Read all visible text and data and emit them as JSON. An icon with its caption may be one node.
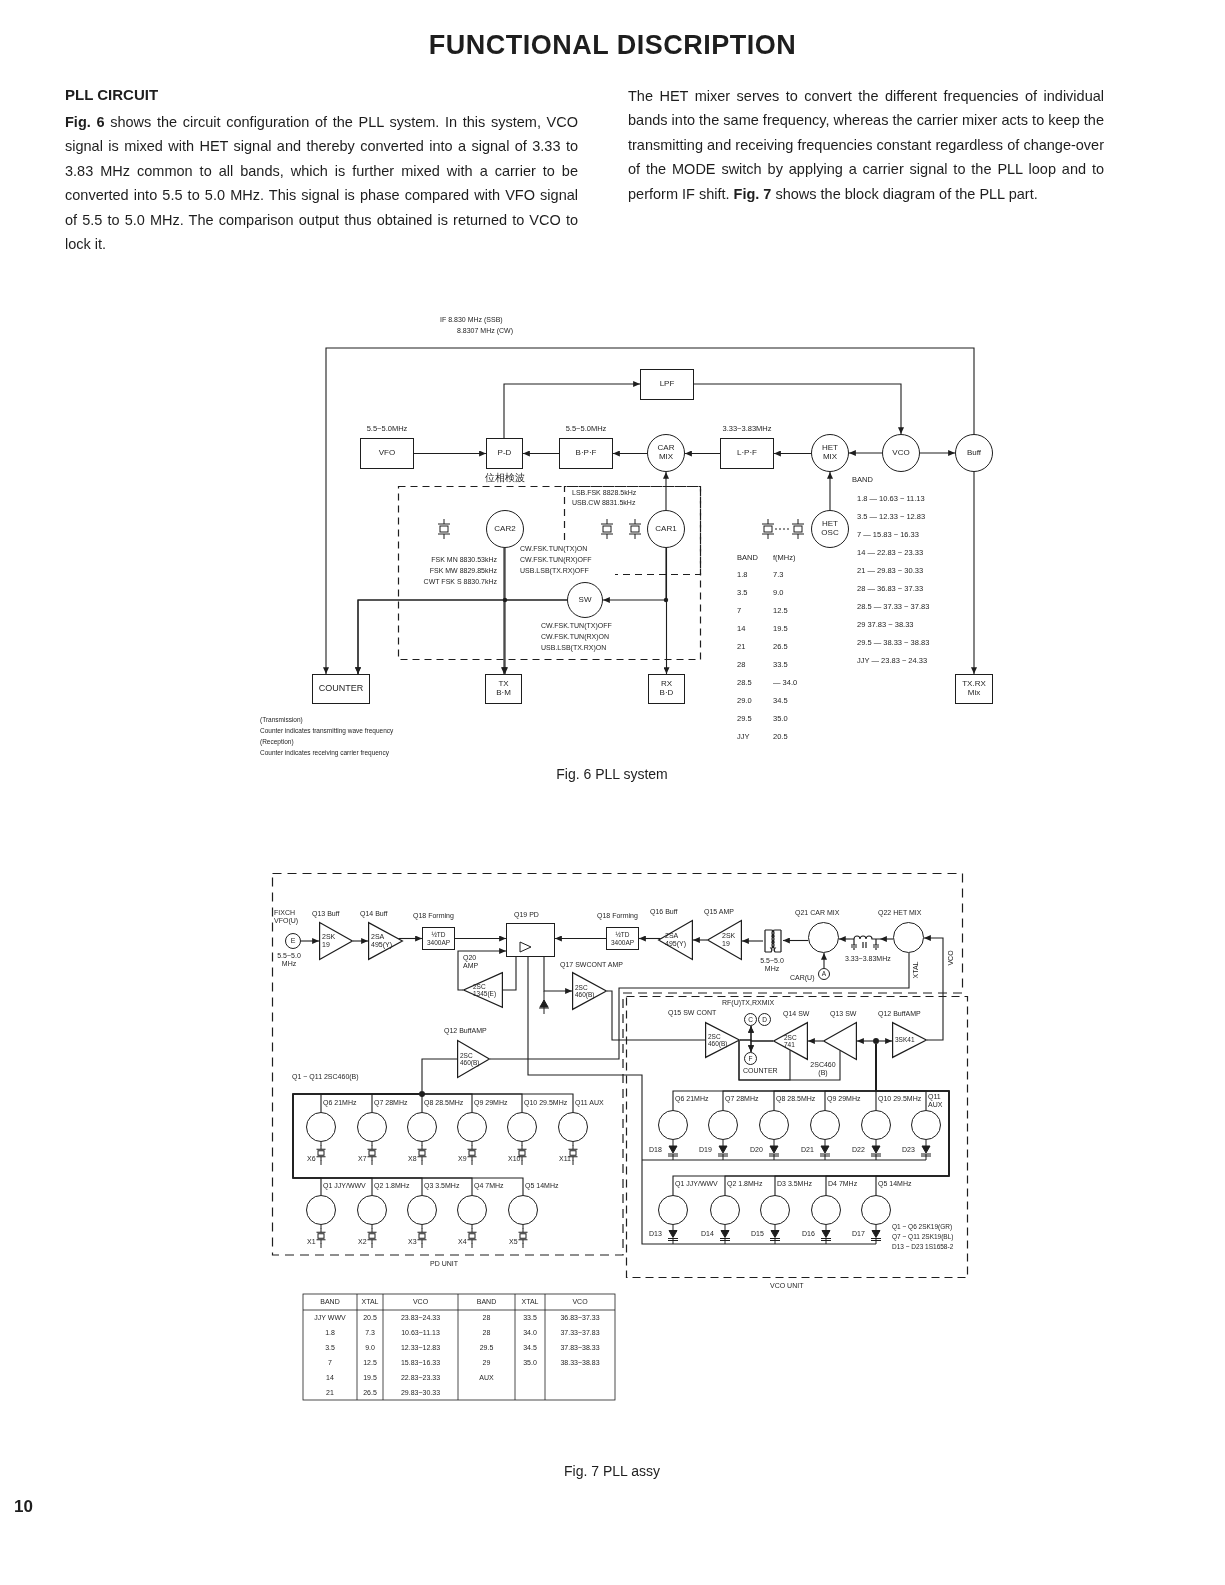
{
  "diagram": {
    "title": "FUNCTIONAL DISCRIPTION",
    "nodes": [
      {
        "text": [
          "VFO"
        ],
        "beside": [
          "5.5~5.0MHz"
        ]
      },
      {
        "text": [
          "P-D"
        ],
        "beside": [
          "位相検波"
        ]
      },
      {
        "text": [
          "B·P·F"
        ],
        "beside": [
          "5.5~5.0MHz"
        ]
      },
      {
        "text": [
          "CAR MIX"
        ]
      },
      {
        "text": [
          "L·P·F"
        ],
        "beside": [
          "3.33~3.83MHz"
        ]
      },
      {
        "text": [
          "HET MIX"
        ]
      },
      {
        "text": [
          "VCO"
        ]
      },
      {
        "text": [
          "Buff"
        ]
      },
      {
        "text": [
          "LPF"
        ]
      },
      {
        "text": [],
        "shape": "box"
      },
      {
        "text": [
          "LSB.FSK 8828.5kHz",
          "USB.CW 8831.5kHz"
        ],
        "in": 9
      },
      {
        "text": [
          "CAR2"
        ],
        "in": 9
      },
      {
        "text": [
          "CAR1"
        ],
        "in": 10
      },
      {
        "text": [
          "SW"
        ],
        "in": 9,
        "beside": [
          "CW.FSK.TUN(TX)OFF",
          "CW.FSK.TUN(RX)ON",
          "USB.LSB(TX.RX)ON"
        ]
      },
      {
        "text": [
          "HET OSC"
        ]
      },
      {
        "text": [
          "COUNTER"
        ]
      },
      {
        "text": [
          "TX B·M"
        ]
      },
      {
        "text": [
          "RX B·D"
        ]
      },
      {
        "text": [
          "TX.RX Mix"
        ]
      },
      {
        "text": [
          "PD UNIT"
        ]
      },
      {
        "text": [
          "E"
        ],
        "in": 19,
        "beside": [
          "FIXCH VFO(U)",
          "5.5~5.0 MHz"
        ]
      },
      {
        "text": [
          "2SK 19"
        ],
        "in": 19,
        "beside": [
          "Q13 Buff"
        ]
      },
      {
        "text": [
          "2SA 495(Y)"
        ],
        "in": 19,
        "beside": [
          "Q14 Buff"
        ]
      },
      {
        "text": [
          "½TD 3400AP"
        ],
        "in": 19,
        "beside": [
          "Q18 Forming"
        ]
      },
      {
        "text": [],
        "shape": "box",
        "in": 19,
        "beside": [
          "Q19 PD"
        ]
      },
      {
        "text": [
          "½TD 3400AP"
        ],
        "in": 19,
        "beside": [
          "Q18 Forming"
        ]
      },
      {
        "text": [
          "2SA 495(Y)"
        ],
        "in": 19,
        "beside": [
          "Q16 Buff"
        ]
      },
      {
        "text": [
          "2SK 19"
        ],
        "in": 19,
        "beside": [
          "Q15 AMP"
        ]
      },
      {
        "text": [],
        "shape": "coil",
        "in": 19,
        "beside": [
          "5.5~5.0 MHz"
        ]
      },
      {
        "text": [],
        "shape": "circle",
        "in": 19,
        "beside": [
          "Q21 CAR MIX"
        ]
      },
      {
        "text": [
          "A"
        ],
        "in": 19,
        "beside": [
          "CAR(U)"
        ]
      },
      {
        "text": [],
        "shape": "coil",
        "in": 19,
        "beside": [
          "3.33~3.83MHz"
        ]
      },
      {
        "text": [],
        "shape": "circle",
        "in": 19,
        "beside": [
          "Q22 HET MIX"
        ]
      },
      {
        "text": [
          "2SC 1345(E)"
        ],
        "in": 19,
        "beside": [
          "Q20 AMP"
        ]
      },
      {
        "text": [
          "2SC 460(B)"
        ],
        "in": 19,
        "beside": [
          "Q17 SWCONT AMP"
        ]
      },
      {
        "text": [
          "2SC 460(B)"
        ],
        "in": 19,
        "beside": [
          "Q12 BuffAMP"
        ]
      },
      {
        "text": [],
        "shape": "dot",
        "in": 19
      },
      {
        "text": [],
        "shape": "circle",
        "in": 19,
        "beside": [
          "Q6 21MHz",
          "X6"
        ]
      },
      {
        "text": [],
        "shape": "circle",
        "in": 19,
        "beside": [
          "Q7 28MHz",
          "X7"
        ]
      },
      {
        "text": [],
        "shape": "circle",
        "in": 19,
        "beside": [
          "Q8 28.5MHz",
          "X8"
        ]
      },
      {
        "text": [],
        "shape": "circle",
        "in": 19,
        "beside": [
          "Q9 29MHz",
          "X9"
        ]
      },
      {
        "text": [],
        "shape": "circle",
        "in": 19,
        "beside": [
          "Q10 29.5MHz",
          "X10"
        ]
      },
      {
        "text": [],
        "shape": "circle",
        "in": 19,
        "beside": [
          "Q11 AUX",
          "X11"
        ]
      },
      {
        "text": [],
        "shape": "circle",
        "in": 19,
        "beside": [
          "Q1 JJY/WWV",
          "X1"
        ]
      },
      {
        "text": [],
        "shape": "circle",
        "in": 19,
        "beside": [
          "Q2 1.8MHz",
          "X2"
        ]
      },
      {
        "text": [],
        "shape": "circle",
        "in": 19,
        "beside": [
          "Q3 3.5MHz",
          "X3"
        ]
      },
      {
        "text": [],
        "shape": "circle",
        "in": 19,
        "beside": [
          "Q4 7MHz",
          "X4"
        ]
      },
      {
        "text": [],
        "shape": "circle",
        "in": 19,
        "beside": [
          "Q5 14MHz",
          "X5"
        ]
      },
      {
        "text": [
          "VCO UNIT"
        ]
      },
      {
        "text": [
          "2SC 460(B)"
        ],
        "in": 48,
        "beside": [
          "Q15 SW CONT"
        ]
      },
      {
        "text": [
          "C"
        ],
        "in": 48
      },
      {
        "text": [
          "D"
        ],
        "in": 48
      },
      {
        "text": [
          "F"
        ],
        "in": 48,
        "beside": [
          "COUNTER"
        ]
      },
      {
        "text": [
          "2SC 741"
        ],
        "in": 48,
        "beside": [
          "Q14 SW"
        ]
      },
      {
        "text": [],
        "shape": "triangle",
        "in": 48,
        "beside": [
          "Q13 SW",
          "2SC460 (B)"
        ]
      },
      {
        "text": [],
        "shape": "dot",
        "in": 48
      },
      {
        "text": [
          "3SK41"
        ],
        "in": 48,
        "beside": [
          "Q12 BuffAMP"
        ]
      },
      {
        "text": [],
        "shape": "circle",
        "in": 48,
        "beside": [
          "Q6 21MHz",
          "D18"
        ]
      },
      {
        "text": [],
        "shape": "circle",
        "in": 48,
        "beside": [
          "Q7 28MHz",
          "D19"
        ]
      },
      {
        "text": [],
        "shape": "circle",
        "in": 48,
        "beside": [
          "Q8 28.5MHz",
          "D20"
        ]
      },
      {
        "text": [],
        "shape": "circle",
        "in": 48,
        "beside": [
          "Q9 29MHz",
          "D21"
        ]
      },
      {
        "text": [],
        "shape": "circle",
        "in": 48,
        "beside": [
          "Q10 29.5MHz",
          "D22"
        ]
      },
      {
        "text": [],
        "shape": "circle",
        "in": 48,
        "beside": [
          "Q11 AUX",
          "D23"
        ]
      },
      {
        "text": [],
        "shape": "circle",
        "in": 48,
        "beside": [
          "Q1 JJY/WWV",
          "D13"
        ]
      },
      {
        "text": [],
        "shape": "circle",
        "in": 48,
        "beside": [
          "Q2 1.8MHz",
          "D14"
        ]
      },
      {
        "text": [],
        "shape": "circle",
        "in": 48,
        "beside": [
          "D3 3.5MHz",
          "D15"
        ]
      },
      {
        "text": [],
        "shape": "circle",
        "in": 48,
        "beside": [
          "D4 7MHz",
          "D16"
        ]
      },
      {
        "text": [],
        "shape": "circle",
        "in": 48,
        "beside": [
          "Q5 14MHz",
          "D17"
        ]
      }
    ],
    "edges": [
      {
        "from": 0,
        "to": 1,
        "arrow": "to"
      },
      {
        "from": 2,
        "to": 1,
        "arrow": "to"
      },
      {
        "from": 3,
        "to": 2,
        "arrow": "to"
      },
      {
        "from": 4,
        "to": 3,
        "arrow": "to"
      },
      {
        "from": 5,
        "to": 4,
        "arrow": "to"
      },
      {
        "from": 6,
        "to": 5,
        "arrow": "to"
      },
      {
        "from": 6,
        "to": 7,
        "arrow": "to"
      },
      {
        "from": 1,
        "to": 8,
        "arrow": "to"
      },
      {
        "from": 8,
        "to": 6,
        "arrow": "to"
      },
      {
        "from": 12,
        "to": 3,
        "arrow": "to"
      },
      {
        "from": 14,
        "to": 5,
        "arrow": "to"
      },
      {
        "from": 11,
        "to": 16,
        "arrow": "to"
      },
      {
        "from": 11,
        "to": 15,
        "arrow": "to"
      },
      {
        "from": 12,
        "to": 17,
        "arrow": "to"
      },
      {
        "from": 12,
        "to": 13,
        "arrow": "to"
      },
      {
        "from": 13,
        "to": 16,
        "arrow": "to"
      },
      {
        "from": 13,
        "to": 15,
        "arrow": "to"
      },
      {
        "from": 7,
        "to": 18,
        "arrow": "to"
      },
      {
        "from": 7,
        "to": 15,
        "arrow": "to"
      },
      {
        "from": 20,
        "to": 21,
        "arrow": "to"
      },
      {
        "from": 21,
        "to": 22,
        "arrow": "to"
      },
      {
        "from": 22,
        "to": 23,
        "arrow": "to"
      },
      {
        "from": 23,
        "to": 24,
        "arrow": "to"
      },
      {
        "from": 25,
        "to": 24,
        "arrow": "to"
      },
      {
        "from": 26,
        "to": 25,
        "arrow": "to"
      },
      {
        "from": 27,
        "to": 26,
        "arrow": "to"
      },
      {
        "from": 28,
        "to": 27,
        "arrow": "to"
      },
      {
        "from": 29,
        "to": 28,
        "arrow": "to"
      },
      {
        "from": 30,
        "to": 29,
        "arrow": "to"
      },
      {
        "from": 31,
        "to": 29,
        "arrow": "to"
      },
      {
        "from": 32,
        "to": 31,
        "arrow": "to"
      },
      {
        "from": 24,
        "to": 33,
        "arrow": "none"
      },
      {
        "from": 33,
        "to": 24,
        "arrow": "to"
      },
      {
        "from": 24,
        "to": 34,
        "arrow": "to"
      },
      {
        "from": 24,
        "to": 48,
        "arrow": "none"
      },
      {
        "from": 34,
        "to": 49,
        "arrow": "none"
      },
      {
        "from": 35,
        "to": 32,
        "arrow": "none",
        "label": "XTAL"
      },
      {
        "from": 56,
        "to": 32,
        "arrow": "to",
        "label": "VCO"
      },
      {
        "from": 53,
        "to": 50,
        "arrow": "to"
      },
      {
        "from": 53,
        "to": 52,
        "arrow": "to"
      },
      {
        "from": 49,
        "to": 50,
        "arrow": "to"
      },
      {
        "from": 49,
        "to": 52,
        "arrow": "to"
      },
      {
        "from": 49,
        "to": 53,
        "arrow": "none"
      },
      {
        "from": 49,
        "to": 54,
        "arrow": "none"
      },
      {
        "from": 54,
        "to": 53,
        "arrow": "to"
      },
      {
        "from": 55,
        "to": 54,
        "arrow": "to"
      },
      {
        "from": 55,
        "to": 56,
        "arrow": "to"
      },
      {
        "from": 57,
        "to": 55,
        "arrow": "none"
      },
      {
        "from": 58,
        "to": 55,
        "arrow": "none"
      },
      {
        "from": 59,
        "to": 55,
        "arrow": "none"
      },
      {
        "from": 60,
        "to": 55,
        "arrow": "none"
      },
      {
        "from": 61,
        "to": 55,
        "arrow": "none"
      },
      {
        "from": 62,
        "to": 55,
        "arrow": "none"
      },
      {
        "from": 63,
        "to": 55,
        "arrow": "none"
      },
      {
        "from": 64,
        "to": 55,
        "arrow": "none"
      },
      {
        "from": 65,
        "to": 55,
        "arrow": "none"
      },
      {
        "from": 66,
        "to": 55,
        "arrow": "none"
      },
      {
        "from": 67,
        "to": 55,
        "arrow": "none"
      },
      {
        "from": 37,
        "to": 36,
        "arrow": "none"
      },
      {
        "from": 38,
        "to": 36,
        "arrow": "none"
      },
      {
        "from": 39,
        "to": 36,
        "arrow": "none"
      },
      {
        "from": 40,
        "to": 36,
        "arrow": "none"
      },
      {
        "from": 41,
        "to": 36,
        "arrow": "none"
      },
      {
        "from": 42,
        "to": 36,
        "arrow": "none"
      },
      {
        "from": 43,
        "to": 36,
        "arrow": "none"
      },
      {
        "from": 44,
        "to": 36,
        "arrow": "none"
      },
      {
        "from": 45,
        "to": 36,
        "arrow": "none"
      },
      {
        "from": 46,
        "to": 36,
        "arrow": "none"
      },
      {
        "from": 47,
        "to": 36,
        "arrow": "none"
      },
      {
        "from": 36,
        "to": 35,
        "arrow": "none"
      }
    ],
    "labels": [
      "PLL CIRCUIT",
      "**Fig. 6** shows the circuit configuration of the PLL system. In this system, VCO signal is mixed with HET signal and thereby converted into a signal of 3.33 to 3.83 MHz common to all bands, which is further mixed with a carrier to be converted into 5.5 to 5.0 MHz. This signal is phase compared with VFO signal of 5.5 to 5.0 MHz. The comparison output thus obtained is returned to VCO to lock it.",
      "The HET mixer serves to convert the different frequencies of individual bands into the same frequency, whereas the carrier mixer acts to keep the transmitting and receiving frequencies constant regardless of change-over of the MODE switch by applying a carrier signal to the PLL loop and to perform IF shift. **Fig. 7** shows the block diagram of the PLL part.",
      "IF 8.830 MHz (SSB)",
      "8.8307 MHz (CW)",
      "FSK MN 8830.53kHz",
      "FSK MW 8829.85kHz",
      "CWT FSK S 8830.7kHz",
      "CW.FSK.TUN(TX)ON",
      "CW.FSK.TUN(RX)OFF",
      "USB.LSB(TX.RX)OFF",
      "BAND",
      "f(MHz)",
      "1.8",
      "7.3",
      "3.5",
      "9.0",
      "7",
      "12.5",
      "14",
      "19.5",
      "21",
      "26.5",
      "28",
      "33.5",
      "28.5",
      "— 34.0",
      "29.0",
      "34.5",
      "29.5",
      "35.0",
      "JJY",
      "20.5",
      "BAND",
      "1.8 — 10.63 ~ 11.13",
      "3.5 — 12.33 ~ 12.83",
      "7 — 15.83 ~ 16.33",
      "14 — 22.83 ~ 23.33",
      "21 — 29.83 ~ 30.33",
      "28 — 36.83 ~ 37.33",
      "28.5 — 37.33 ~ 37.83",
      "29 37.83 ~ 38.33",
      "29.5 — 38.33 ~ 38.83",
      "JJY — 23.83 ~ 24.33",
      "(Transmission)",
      "Counter indicates transmitting wave frequency",
      "(Reception)",
      "Counter indicates receiving carrier frequency",
      "Fig. 6 PLL system",
      "Q1 ~ Q11 2SC460(B)",
      "RF(U)TX,RXMIX",
      "Q1 ~ Q6 2SK19(GR)",
      "Q7 ~ Q11 2SK19(BL)",
      "D13 ~ D23 1S1658-2",
      "BAND",
      "XTAL",
      "VCO",
      "BAND",
      "XTAL",
      "VCO",
      "JJY WWV",
      "20.5",
      "23.83~24.33",
      "28",
      "33.5",
      "36.83~37.33",
      "1.8",
      "7.3",
      "10.63~11.13",
      "28",
      "34.0",
      "37.33~37.83",
      "3.5",
      "9.0",
      "12.33~12.83",
      "29.5",
      "34.5",
      "37.83~38.33",
      "7",
      "12.5",
      "15.83~16.33",
      "29",
      "35.0",
      "38.33~38.83",
      "14",
      "19.5",
      "22.83~23.33",
      "AUX",
      "21",
      "26.5",
      "29.83~30.33",
      "Fig. 7 PLL assy",
      "10"
    ]
  }
}
